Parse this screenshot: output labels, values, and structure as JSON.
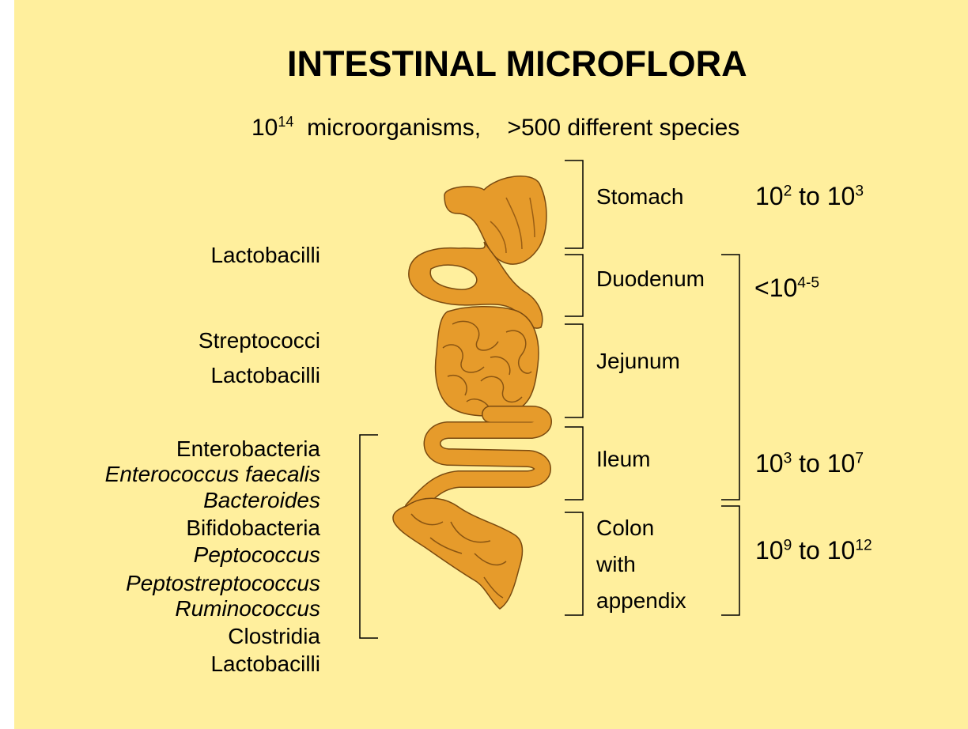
{
  "title": "INTESTINAL MICROFLORA",
  "subtitle": {
    "base": "10",
    "exp": "14",
    "text": "microorganisms,    >500 different species"
  },
  "organisms": {
    "stomach_region": [
      "Lactobacilli"
    ],
    "jejunum_region": [
      "Streptococci",
      "Lactobacilli"
    ],
    "lower_region": [
      {
        "name": "Enterobacteria",
        "italic": false
      },
      {
        "name": "Enterococcus faecalis",
        "italic": true
      },
      {
        "name": "Bacteroides",
        "italic": true
      },
      {
        "name": "Bifidobacteria",
        "italic": false
      },
      {
        "name": "Peptococcus",
        "italic": true
      },
      {
        "name": "Peptostreptococcus",
        "italic": true
      },
      {
        "name": "Ruminococcus",
        "italic": true
      },
      {
        "name": "Clostridia",
        "italic": false
      },
      {
        "name": "Lactobacilli",
        "italic": false
      }
    ]
  },
  "segments": {
    "stomach": "Stomach",
    "duodenum": "Duodenum",
    "jejunum": "Jejunum",
    "ileum": "Ileum",
    "colon": [
      "Colon",
      "with",
      "appendix"
    ]
  },
  "counts": {
    "stomach": {
      "a": "10",
      "a_exp": "2",
      "mid": " to ",
      "b": "10",
      "b_exp": "3"
    },
    "duodenum": {
      "prefix": "<",
      "a": "10",
      "a_exp": "4-5"
    },
    "ileum": {
      "a": "10",
      "a_exp": "3",
      "mid": " to ",
      "b": "10",
      "b_exp": "7"
    },
    "colon": {
      "a": "10",
      "a_exp": "9",
      "mid": " to ",
      "b": "10",
      "b_exp": "12"
    }
  },
  "colors": {
    "background": "#ffef9d",
    "intestine_fill": "#e69b2b",
    "intestine_dark": "#c47410",
    "line": "#000000"
  }
}
